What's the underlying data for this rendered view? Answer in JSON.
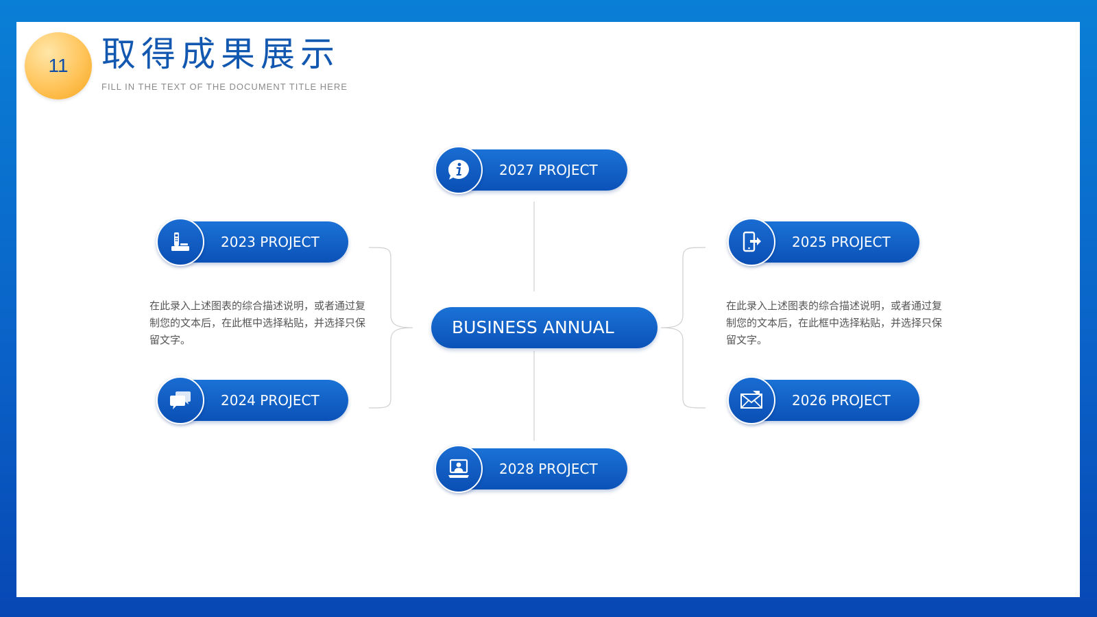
{
  "header": {
    "number": "11",
    "title": "取得成果展示",
    "subtitle": "FILL IN THE TEXT OF THE DOCUMENT TITLE HERE"
  },
  "center": {
    "label": "BUSINESS ANNUAL"
  },
  "projects": [
    {
      "label": "2027 PROJECT",
      "icon": "info-icon"
    },
    {
      "label": "2023 PROJECT",
      "icon": "phone-icon"
    },
    {
      "label": "2024 PROJECT",
      "icon": "chat-icon"
    },
    {
      "label": "2025 PROJECT",
      "icon": "mobile-icon"
    },
    {
      "label": "2026 PROJECT",
      "icon": "envelope-icon"
    },
    {
      "label": "2028 PROJECT",
      "icon": "user-monitor-icon"
    }
  ],
  "descriptions": {
    "left": "在此录入上述图表的综合描述说明，或者通过复制您的文本后，在此框中选择粘贴，并选择只保留文字。",
    "right": "在此录入上述图表的综合描述说明，或者通过复制您的文本后，在此框中选择粘贴，并选择只保留文字。"
  },
  "colors": {
    "primary_blue": "#0b52b8",
    "accent_orange": "#ffc45a",
    "title_blue": "#1257b0",
    "text_gray": "#555555"
  }
}
